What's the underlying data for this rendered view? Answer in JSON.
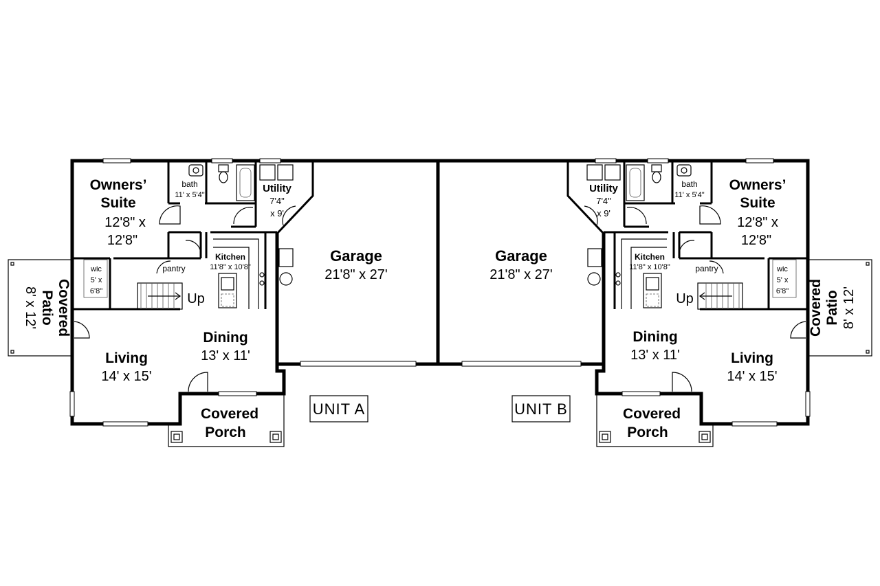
{
  "unit_a": {
    "owners_suite_name_1": "Owners’",
    "owners_suite_name_2": "Suite",
    "owners_suite_dim_1": "12'8\" x",
    "owners_suite_dim_2": "12'8\"",
    "bath_name": "bath",
    "bath_dim": "11' x 5'4\"",
    "utility_name": "Utility",
    "utility_dim_1": "7'4\"",
    "utility_dim_2": "x 9'",
    "kitchen_name": "Kitchen",
    "kitchen_dim": "11'8\" x 10'8\"",
    "pantry_name": "pantry",
    "wic_name": "wic",
    "wic_dim_1": "5' x",
    "wic_dim_2": "6'8\"",
    "stairs_label": "Up",
    "garage_name": "Garage",
    "garage_dim": "21'8\" x 27'",
    "dining_name": "Dining",
    "dining_dim": "13' x 11'",
    "living_name": "Living",
    "living_dim": "14' x 15'",
    "porch_name_1": "Covered",
    "porch_name_2": "Porch",
    "patio_name_1": "Covered",
    "patio_name_2": "Patio",
    "patio_dim": "8' x 12'",
    "unit_label": "UNIT A"
  },
  "unit_b": {
    "owners_suite_name_1": "Owners’",
    "owners_suite_name_2": "Suite",
    "owners_suite_dim_1": "12'8\" x",
    "owners_suite_dim_2": "12'8\"",
    "bath_name": "bath",
    "bath_dim": "11' x 5'4\"",
    "utility_name": "Utility",
    "utility_dim_1": "7'4\"",
    "utility_dim_2": "x 9'",
    "kitchen_name": "Kitchen",
    "kitchen_dim": "11'8\" x 10'8\"",
    "pantry_name": "pantry",
    "wic_name": "wic",
    "wic_dim_1": "5' x",
    "wic_dim_2": "6'8\"",
    "stairs_label": "Up",
    "garage_name": "Garage",
    "garage_dim": "21'8\" x 27'",
    "dining_name": "Dining",
    "dining_dim": "13' x 11'",
    "living_name": "Living",
    "living_dim": "14' x 15'",
    "porch_name_1": "Covered",
    "porch_name_2": "Porch",
    "patio_name_1": "Covered",
    "patio_name_2": "Patio",
    "patio_dim": "8' x 12'",
    "unit_label": "UNIT B"
  }
}
